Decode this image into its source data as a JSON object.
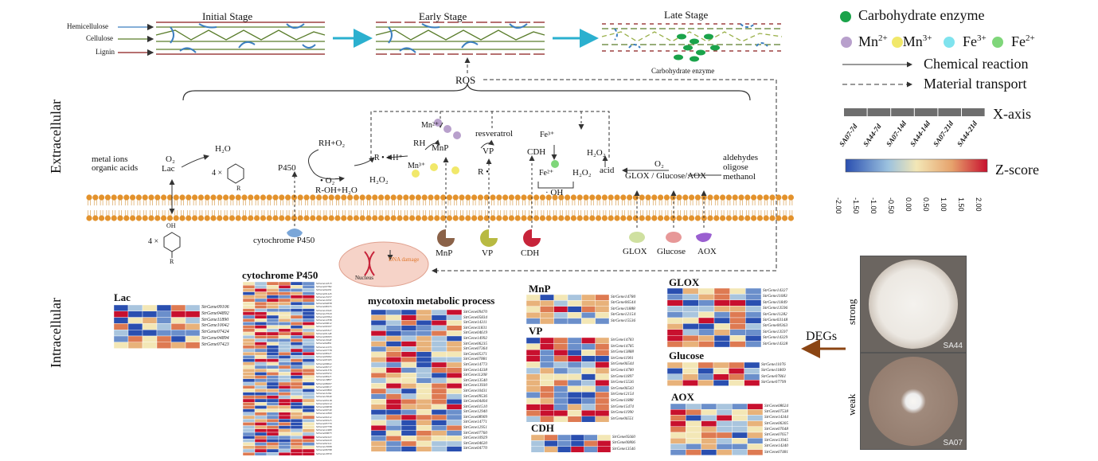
{
  "stages": {
    "initial": "Initial Stage",
    "early": "Early Stage",
    "late": "Late Stage",
    "carb_enzyme_caption": "Carbohydrate  enzyme"
  },
  "fiber_labels": [
    "Hemicellulose",
    "Cellulose",
    "Lignin"
  ],
  "ros": "ROS",
  "regions": {
    "extracellular": "Extracellular",
    "intracellular": "Intracellular"
  },
  "reaction_labels": {
    "metal_ions": "metal ions",
    "organic_acids": "organic acids",
    "o2": "O₂",
    "lac": "Lac",
    "h2o": "H₂O",
    "four_x": "4 ×",
    "r": "R",
    "oh": "OH",
    "rh_o2": "RH+O₂",
    "p450": "P450",
    "superoxide": "• O₂⁻",
    "roh_h2o": "R-OH+H₂O",
    "h2o2": "H₂O₂",
    "mn2": "Mn²⁺",
    "mn3": "Mn³⁺",
    "rh": "RH",
    "r_h": "R • + H⁺",
    "mnp": "MnP",
    "resveratrol": "resveratrol",
    "vp": "VP",
    "r_dot": "R •",
    "fe3": "Fe³⁺",
    "cdh": "CDH",
    "fe2": "Fe²⁺",
    "oh_rad": "· OH",
    "acid": "acid",
    "aldehydes": "aldehydes",
    "oligose": "oligose",
    "methanol": "methanol",
    "glox_glucose_aox": "GLOX / Glucose/AOX",
    "dna_damage": "DNA damage",
    "nucleus": "Nucleus"
  },
  "membrane_proteins": [
    "cytochrome P450",
    "MnP",
    "VP",
    "CDH",
    "GLOX",
    "Glucose",
    "AOX"
  ],
  "legend": {
    "carb_enzyme": "Carbohydrate enzyme",
    "ions": [
      "Mn",
      "Mn",
      "Fe",
      "Fe"
    ],
    "ion_charges": [
      "2+",
      "3+",
      "3+",
      "2+"
    ],
    "chem_reaction": "Chemical reaction",
    "material_transport": "Material transport",
    "x_axis": "X-axis",
    "samples": [
      "SA07-7d",
      "SA44-7d",
      "SA07-14d",
      "SA44-14d",
      "SA07-21d",
      "SA44-21d"
    ],
    "zscore": "Z-score",
    "zscore_ticks": [
      "-2.00",
      "-1.50",
      "-1.00",
      "-0.50",
      "0.00",
      "0.50",
      "1.00",
      "1.50",
      "2.00"
    ],
    "colors": {
      "carb": "#1aa34a",
      "mn2": "#b8a0cc",
      "mn3": "#f1e86a",
      "fe3": "#7fe3ee",
      "fe2": "#7fd67a"
    }
  },
  "deg": "DEGs",
  "plates": [
    {
      "phenotype": "strong",
      "label": "SA44"
    },
    {
      "phenotype": "weak",
      "label": "SA07"
    }
  ],
  "heatmaps": {
    "lac": {
      "title": "Lac",
      "genes": [
        "StrGene09106",
        "StrGene04892",
        "StrGene11890",
        "StrGene10042",
        "StrGene07424",
        "StrGene04894",
        "StrGene07423"
      ]
    },
    "p450": {
      "title": "cytochrome  P450",
      "genes": [
        "StrGene14313",
        "StrGene07782",
        "StrGene04291",
        "StrGene01445",
        "StrGene13257",
        "StrGene11050",
        "StrGene04658",
        "StrGene08155",
        "StrGene11929",
        "StrGene13520",
        "StrGene07004",
        "StrGene12338",
        "StrGene09612",
        "StrGene09107",
        "StrGene05327",
        "StrGene01128",
        "StrGene06503",
        "StrGene11640",
        "StrGene02891",
        "StrGene14155",
        "StrGene07778",
        "StrGene08113",
        "StrGene05002",
        "StrGene03165",
        "StrGene09622",
        "StrGene06717",
        "StrGene01376",
        "StrGene05972",
        "StrGene08115",
        "StrGene10807",
        "StrGene08267",
        "StrGene09017",
        "StrGene07809",
        "StrGene11264",
        "StrGene13640",
        "StrGene03218",
        "StrGene02214",
        "StrGene09658",
        "StrGene09749",
        "StrGene14360",
        "StrGene01612",
        "StrGene09125",
        "StrGene05770",
        "StrGene07758",
        "StrGene12480",
        "StrGene00673",
        "StrGene04110",
        "StrGene04229",
        "StrGene02114",
        "StrGene13008",
        "StrGene06798",
        "StrGene10559"
      ]
    },
    "myco": {
      "title": "mycotoxin  metabolic process",
      "genes": [
        "StrGene09470",
        "StrGene05834",
        "StrGene14311",
        "StrGene11831",
        "StrGene04619",
        "StrGene14992",
        "StrGene06235",
        "StrGene07364",
        "StrGene05371",
        "StrGene07881",
        "StrGene14773",
        "StrGene14338",
        "StrGene11208",
        "StrGene13540",
        "StrGene13930",
        "StrGene10431",
        "StrGene09536",
        "StrGene04404",
        "StrGene01510",
        "StrGene12940",
        "StrGene08909",
        "StrGene14771",
        "StrGene12951",
        "StrGene07760",
        "StrGene10929",
        "StrGene04620",
        "StrGene04770"
      ]
    },
    "mnp": {
      "title": "MnP",
      "genes": [
        "StrGene14780",
        "StrGene06544",
        "StrGene11888",
        "StrGene12154",
        "StrGene15536"
      ]
    },
    "vp": {
      "title": "VP",
      "genes": [
        "StrGene14783",
        "StrGene14785",
        "StrGene13888",
        "StrGene11901",
        "StrGene06544",
        "StrGene14780",
        "StrGene11897",
        "StrGene15536",
        "StrGene06543",
        "StrGene12154",
        "StrGene11888",
        "StrGene15474",
        "StrGene11990",
        "StrGene06551"
      ]
    },
    "cdh": {
      "title": "CDH",
      "genes": [
        "StrGene05660",
        "StrGene00806",
        "StrGene13546"
      ]
    },
    "glox": {
      "title": "GLOX",
      "genes": [
        "StrGene14327",
        "StrGene11083",
        "StrGene11849",
        "StrGene13596",
        "StrGene11282",
        "StrGene03148",
        "StrGene00363",
        "StrGene13597",
        "StrGene14329",
        "StrGene14328"
      ]
    },
    "glucose": {
      "title": "Glucose",
      "genes": [
        "StrGene11076",
        "StrGene11869",
        "StrGene07861",
        "StrGene07799"
      ]
    },
    "aox": {
      "title": "AOX",
      "genes": [
        "StrGene08624",
        "StrGene07538",
        "StrGene14344",
        "StrGene06305",
        "StrGene07648",
        "StrGene07657",
        "StrGene13945",
        "StrGene14340",
        "StrGene07481"
      ]
    }
  }
}
